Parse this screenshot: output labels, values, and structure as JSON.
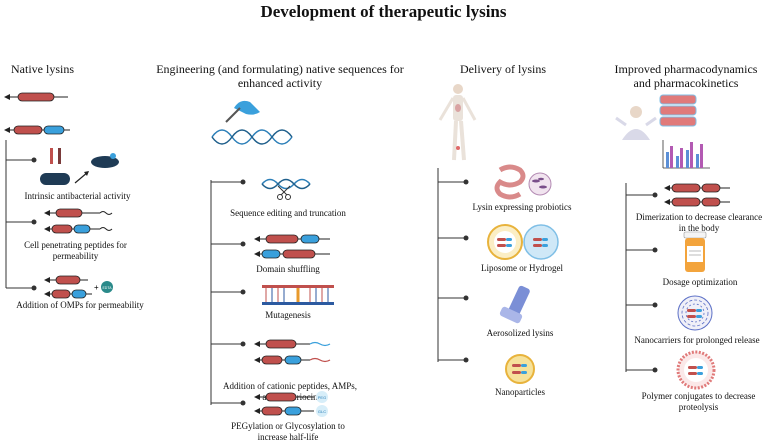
{
  "title": "Development of  therapeutic lysins",
  "columns": [
    {
      "header": "Native lysins",
      "items": [
        "Intrinsic antibacterial activity",
        "Cell penetrating peptides for permeability",
        "Addition of OMPs for permeability"
      ]
    },
    {
      "header": "Engineering (and formulating) native sequences for enhanced activity",
      "items": [
        "Sequence editing and truncation",
        "Domain shuffling",
        "Mutagenesis",
        "Addition of cationic peptides, AMPs, and bacteriocin",
        "PEGylation or Glycosylation to increase half-life"
      ]
    },
    {
      "header": "Delivery of lysins",
      "items": [
        "Lysin expressing probiotics",
        "Liposome or Hydrogel",
        "Aerosolized lysins",
        "Nanoparticles"
      ]
    },
    {
      "header": "Improved pharmacodynamics and pharmacokinetics",
      "items": [
        "Dimerization to decrease clearance in the body",
        "Dosage optimization",
        "Nanocarriers for prolonged release",
        "Polymer conjugates to decrease proteolysis"
      ]
    }
  ],
  "badges": {
    "edta": "EDTA",
    "peg": "PEG",
    "glc": "GLC"
  },
  "colors": {
    "red_domain": "#c0504d",
    "blue_domain": "#3aa0dc",
    "connector": "#333333"
  }
}
